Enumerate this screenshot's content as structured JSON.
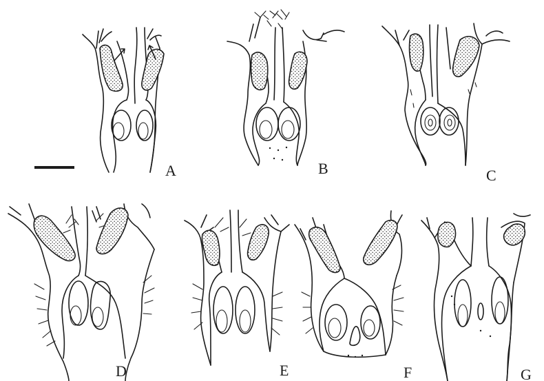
{
  "panels": [
    {
      "id": "A",
      "label": "A"
    },
    {
      "id": "B",
      "label": "B"
    },
    {
      "id": "C",
      "label": "C"
    },
    {
      "id": "D",
      "label": "D"
    },
    {
      "id": "E",
      "label": "E"
    },
    {
      "id": "F",
      "label": "F"
    },
    {
      "id": "G",
      "label": "G"
    }
  ],
  "colors": {
    "ink": "#1c1c1c",
    "background": "#ffffff"
  }
}
